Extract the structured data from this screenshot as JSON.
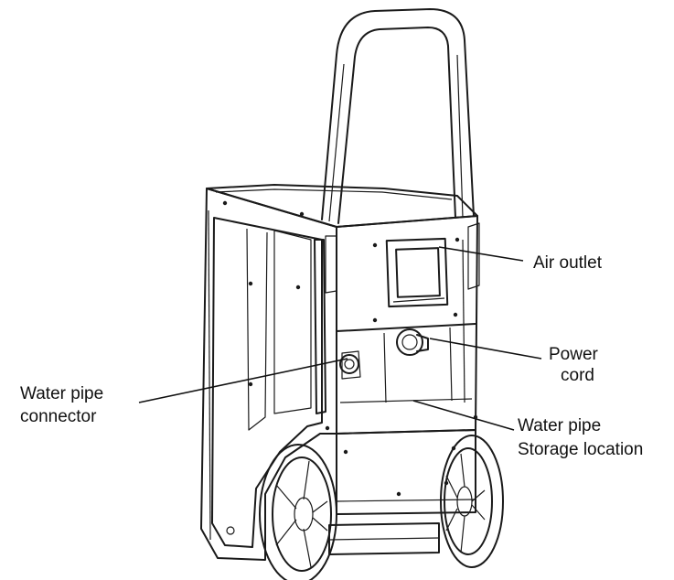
{
  "labels": {
    "air_outlet": "Air outlet",
    "power_cord_line1": "Power",
    "power_cord_line2": "cord",
    "water_pipe_connector_line1": "Water pipe",
    "water_pipe_connector_line2": "connector",
    "water_pipe_storage_line1": "Water pipe",
    "water_pipe_storage_line2": "Storage location"
  },
  "colors": {
    "ink": "#1a1a1a",
    "background": "#ffffff"
  }
}
